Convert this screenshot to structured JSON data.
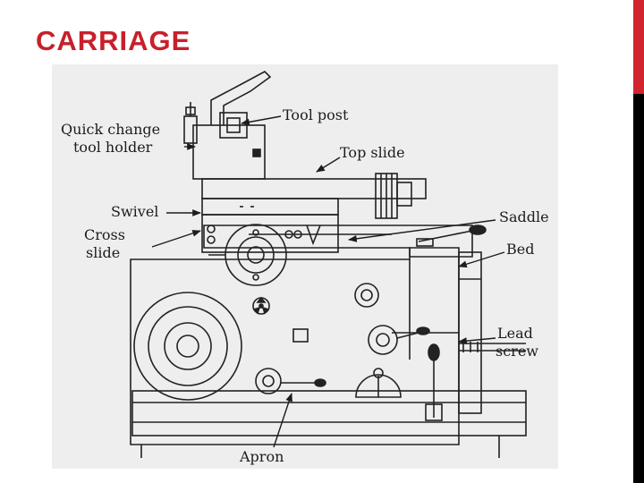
{
  "slide": {
    "title": "CARRIAGE",
    "title_color": "#c8202a",
    "accent_color": "#d1242d",
    "side_bar_color": "#000000"
  },
  "figure": {
    "background": "#eeeeee",
    "labels": {
      "quick_change_line1": "Quick change",
      "quick_change_line2": "tool holder",
      "tool_post": "Tool post",
      "top_slide": "Top slide",
      "swivel": "Swivel",
      "cross_slide_line1": "Cross",
      "cross_slide_line2": "slide",
      "saddle": "Saddle",
      "bed": "Bed",
      "lead_screw_line1": "Lead",
      "lead_screw_line2": "screw",
      "apron": "Apron"
    },
    "icons": [
      "handwheel-icon",
      "lever-icon",
      "tool-holder-icon",
      "lead-screw-icon"
    ]
  }
}
